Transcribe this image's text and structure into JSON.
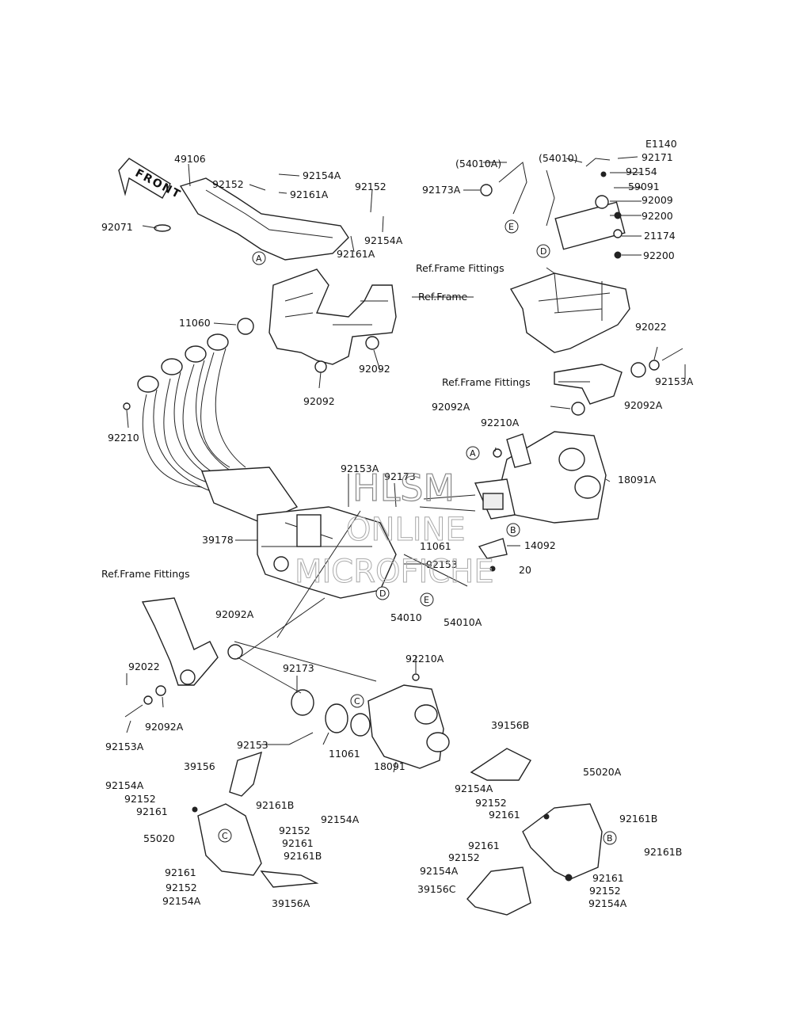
{
  "diagram_code": "E1140",
  "front_label": "FRONT",
  "watermark": [
    "HLSM",
    "ONLINE",
    "MICROFICHE"
  ],
  "refs": {
    "ref_frame": "Ref.Frame",
    "ref_frame_fittings_top": "Ref.Frame Fittings",
    "ref_frame_fittings_mid": "Ref.Frame Fittings",
    "ref_frame_fittings_left": "Ref.Frame Fittings"
  },
  "callouts": [
    "A",
    "B",
    "C",
    "D",
    "E"
  ],
  "labels": [
    "49106",
    "92152",
    "92154A",
    "92161A",
    "92152",
    "92154A",
    "92161A",
    "92071",
    "(54010A)",
    "(54010)",
    "92171",
    "92154",
    "59091",
    "92009",
    "92200",
    "21174",
    "92200",
    "92173A",
    "11060",
    "92092",
    "92092",
    "92210",
    "92022",
    "92153A",
    "92092A",
    "92092A",
    "92210A",
    "18091A",
    "92153A",
    "92173",
    "39178",
    "11061",
    "14092",
    "92153",
    "20",
    "54010",
    "54010A",
    "92092A",
    "92022",
    "92092A",
    "92153A",
    "92210A",
    "92173",
    "11061",
    "92153",
    "18091",
    "39156",
    "92154A",
    "92152",
    "92161",
    "55020",
    "92161B",
    "92154A",
    "92152",
    "92161",
    "92161B",
    "92161",
    "92152",
    "92154A",
    "39156A",
    "39156B",
    "55020A",
    "92154A",
    "92152",
    "92161",
    "92161B",
    "92161",
    "92152",
    "92154A",
    "92161B",
    "39156C",
    "92161",
    "92152",
    "92154A"
  ]
}
